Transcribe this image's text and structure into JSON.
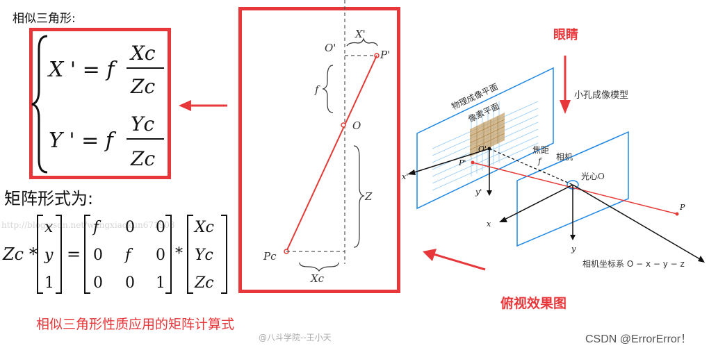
{
  "left": {
    "title": "相似三角形:",
    "eq1": {
      "lhs": "X ' = f",
      "num": "Xc",
      "den": "Zc"
    },
    "eq2": {
      "lhs": "Y ' = f",
      "num": "Yc",
      "den": "Zc"
    },
    "matrix_title": "矩阵形式为:",
    "matrix": {
      "prefix": "Zc *",
      "vec_left": [
        "x",
        "y",
        "1"
      ],
      "rows": [
        [
          "f",
          "0",
          "0"
        ],
        [
          "0",
          "f",
          "0"
        ],
        [
          "0",
          "0",
          "1"
        ]
      ],
      "vec_right": [
        "Xc",
        "Yc",
        "Zc"
      ],
      "eq": "=",
      "mul": "*"
    },
    "caption": "相似三角形性质应用的矩阵计算式",
    "faint_watermark": "http://blog.csdn.net/wangxiaokun671903"
  },
  "middle": {
    "O_prime": "O'",
    "X_prime": "X'",
    "P_prime": "P'",
    "f": "f",
    "O": "O",
    "Z": "Z",
    "Pc": "Pc",
    "Xc": "Xc"
  },
  "right": {
    "eyes": "眼睛",
    "pinhole": "小孔成像模型",
    "physical_plane": "物理成像平面",
    "pixel_plane": "像素平面",
    "focal": "焦距",
    "f": "f",
    "camera": "相机",
    "optical_center": "光心O",
    "O_prime": "O'",
    "P_prime": "P'",
    "x_prime": "x'",
    "y_prime": "y'",
    "x": "x",
    "y": "y",
    "P": "P",
    "cam_coord": "相机坐标系 O − x − y − z",
    "top_view": "俯视效果图"
  },
  "footer": {
    "watermark": "@八斗学院--王小天",
    "csdn": "CSDN @ErrorError！"
  },
  "colors": {
    "accent_red": "#e8373a",
    "plane_blue": "#1e88e5",
    "line_red": "#e53935"
  }
}
